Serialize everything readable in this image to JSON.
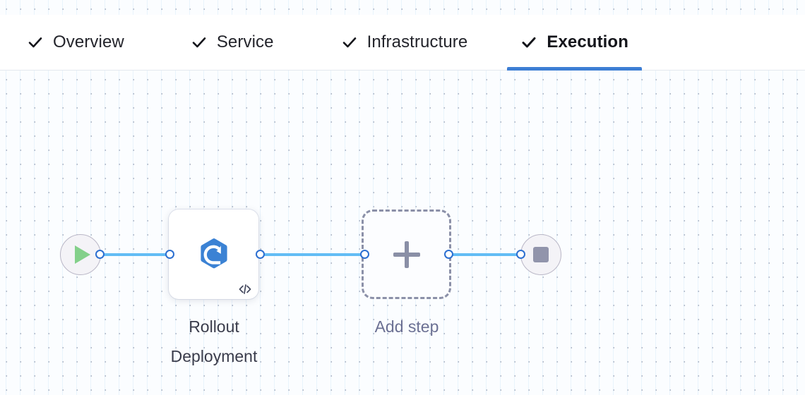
{
  "tabs": [
    {
      "label": "Overview",
      "icon": "check-icon",
      "active": false
    },
    {
      "label": "Service",
      "icon": "check-icon",
      "active": false
    },
    {
      "label": "Infrastructure",
      "icon": "check-icon",
      "active": false
    },
    {
      "label": "Execution",
      "icon": "check-icon",
      "active": true
    }
  ],
  "graph": {
    "start_node": {
      "icon": "play-icon",
      "name": "pipeline-start"
    },
    "end_node": {
      "icon": "stop-icon",
      "name": "pipeline-end"
    },
    "step_node": {
      "caption": "Rollout\nDeployment",
      "icon": "rollout-deployment-icon",
      "badge_icon": "code-icon"
    },
    "add_node": {
      "caption": "Add step",
      "icon": "plus-icon"
    }
  },
  "colors": {
    "accent": "#3d7ed4",
    "edge": "#63bdf5",
    "port_border": "#2c6fd1",
    "step_icon": "#3b82d4",
    "play": "#83d08a",
    "stop": "#9194ab",
    "dashed_border": "#8b90a8",
    "caption": "#3a3c4b",
    "add_caption": "#6b7093",
    "canvas_bg": "#fbfdff"
  }
}
